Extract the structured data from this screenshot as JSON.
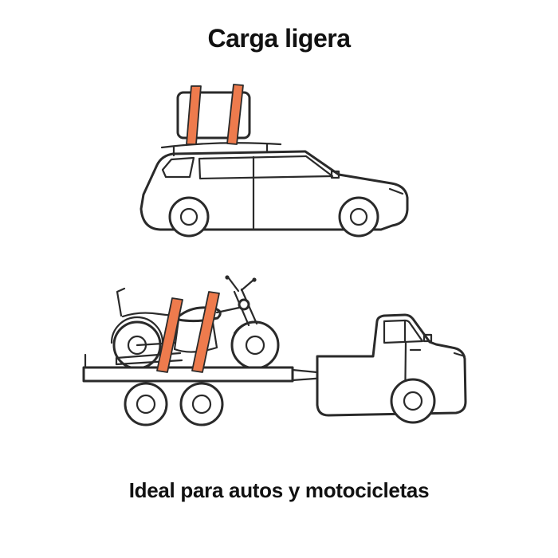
{
  "page": {
    "title": "Carga ligera",
    "caption": "Ideal para autos y motocicletas"
  },
  "colors": {
    "line": "#2a2a2a",
    "strap": "#ee7b4d",
    "background": "#ffffff",
    "text": "#111111"
  },
  "illustrations": {
    "car": {
      "name": "car-with-roof-cargo-straps-illustration"
    },
    "truck": {
      "name": "pickup-trailer-motorcycle-straps-illustration"
    }
  }
}
